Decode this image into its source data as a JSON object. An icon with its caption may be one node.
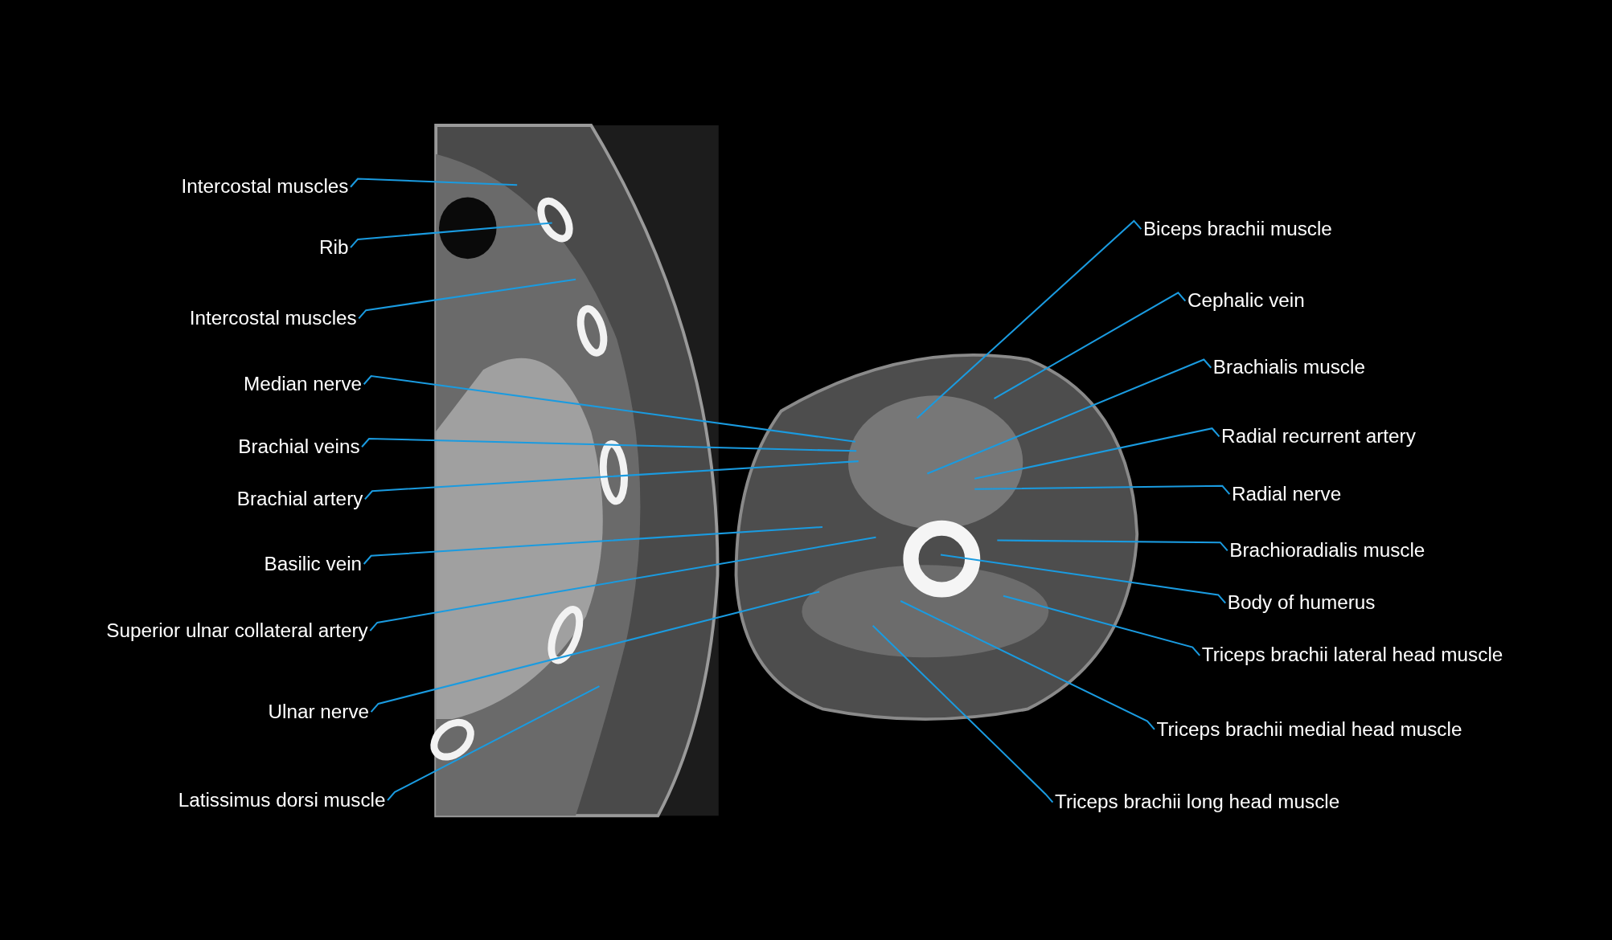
{
  "diagram": {
    "nodes": [
      {
        "text": [
          "Intercostal muscles"
        ]
      },
      {
        "text": [
          "Rib"
        ]
      },
      {
        "text": [
          "Intercostal muscles"
        ]
      },
      {
        "text": [
          "Median nerve"
        ]
      },
      {
        "text": [
          "Brachial veins"
        ]
      },
      {
        "text": [
          "Brachial artery"
        ]
      },
      {
        "text": [
          "Basilic vein"
        ]
      },
      {
        "text": [
          "Superior ulnar collateral artery"
        ]
      },
      {
        "text": [
          "Ulnar nerve"
        ]
      },
      {
        "text": [
          "Latissimus dorsi muscle"
        ]
      },
      {
        "text": [
          "Biceps brachii muscle"
        ]
      },
      {
        "text": [
          "Cephalic vein"
        ]
      },
      {
        "text": [
          "Brachialis muscle"
        ]
      },
      {
        "text": [
          "Radial recurrent artery"
        ]
      },
      {
        "text": [
          "Radial nerve"
        ]
      },
      {
        "text": [
          "Brachioradialis muscle"
        ]
      },
      {
        "text": [
          "Body of humerus"
        ]
      },
      {
        "text": [
          "Triceps brachii lateral head muscle"
        ]
      },
      {
        "text": [
          "Triceps brachii medial head muscle"
        ]
      },
      {
        "text": [
          "Triceps brachii long head muscle"
        ]
      }
    ],
    "edges": [
      {
        "from": 0,
        "to": null,
        "arrow": "none"
      },
      {
        "from": 1,
        "to": null,
        "arrow": "none"
      },
      {
        "from": 2,
        "to": null,
        "arrow": "none"
      },
      {
        "from": 3,
        "to": null,
        "arrow": "none"
      },
      {
        "from": 4,
        "to": null,
        "arrow": "none"
      },
      {
        "from": 5,
        "to": null,
        "arrow": "none"
      },
      {
        "from": 6,
        "to": null,
        "arrow": "none"
      },
      {
        "from": 7,
        "to": null,
        "arrow": "none"
      },
      {
        "from": 8,
        "to": null,
        "arrow": "none"
      },
      {
        "from": 9,
        "to": null,
        "arrow": "none"
      },
      {
        "from": 10,
        "to": null,
        "arrow": "none"
      },
      {
        "from": 11,
        "to": null,
        "arrow": "none"
      },
      {
        "from": 12,
        "to": null,
        "arrow": "none"
      },
      {
        "from": 13,
        "to": null,
        "arrow": "none"
      },
      {
        "from": 14,
        "to": null,
        "arrow": "none"
      },
      {
        "from": 15,
        "to": null,
        "arrow": "none"
      },
      {
        "from": 16,
        "to": null,
        "arrow": "none"
      },
      {
        "from": 17,
        "to": null,
        "arrow": "none"
      },
      {
        "from": 18,
        "to": null,
        "arrow": "none"
      },
      {
        "from": 19,
        "to": null,
        "arrow": "none"
      }
    ]
  }
}
